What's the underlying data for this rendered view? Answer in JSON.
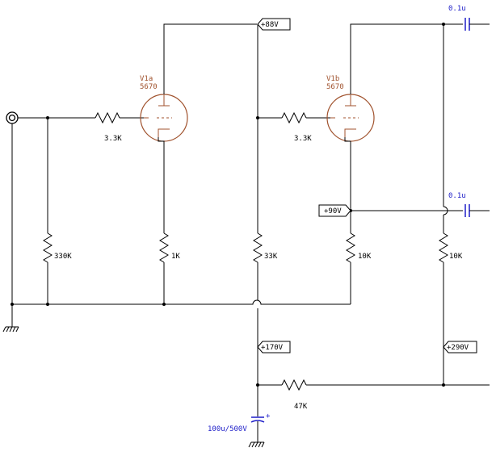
{
  "tubes": [
    {
      "ref": "V1a",
      "type": "5670"
    },
    {
      "ref": "V1b",
      "type": "5670"
    }
  ],
  "resistors": {
    "r_in": "3.3K",
    "r_grid_leak": "330K",
    "r_cathode": "1K",
    "r_plate": "33K",
    "r_grid2": "3.3K",
    "r_cath2": "10K",
    "r_out": "10K",
    "r_supply": "47K"
  },
  "capacitors": {
    "c_out1": "0.1u",
    "c_out2": "0.1u",
    "c_supply": "100u/500V",
    "c_supply_polarity": "+"
  },
  "voltages": {
    "v_plate1": "+88V",
    "v_cath2": "+90V",
    "v_b1": "+170V",
    "v_b2": "+290V"
  },
  "colors": {
    "wire": "#000000",
    "tube": "#a0522d",
    "capacitor": "#1e1ec8"
  },
  "icons": [
    "input-jack-icon",
    "ground-icon",
    "vacuum-tube-icon",
    "resistor-icon",
    "capacitor-icon",
    "electrolytic-capacitor-icon"
  ]
}
